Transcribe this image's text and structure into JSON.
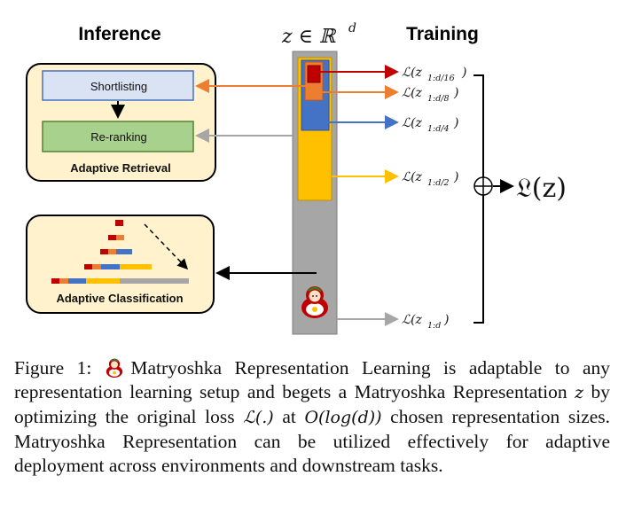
{
  "headers": {
    "inference": "Inference",
    "training": "Training",
    "z_symbol": "z ∈ ℝ",
    "z_superscript": "d"
  },
  "adaptive_retrieval": {
    "shortlisting": "Shortlisting",
    "reranking": "Re-ranking",
    "title": "Adaptive Retrieval"
  },
  "adaptive_classification": {
    "title": "Adaptive Classification"
  },
  "losses": [
    {
      "base": "ℒ(z",
      "sub": "1:d/16",
      "close": ")",
      "color": "#c00000"
    },
    {
      "base": "ℒ(z",
      "sub": "1:d/8",
      "close": ")",
      "color": "#ed7d31"
    },
    {
      "base": "ℒ(z",
      "sub": "1:d/4",
      "close": ")",
      "color": "#4472c4"
    },
    {
      "base": "ℒ(z",
      "sub": "1:d/2",
      "close": ")",
      "color": "#ffc000"
    },
    {
      "base": "ℒ(z",
      "sub": "1:d",
      "close": ")",
      "color": "#a6a6a6"
    }
  ],
  "total_loss": "𝔏(z)",
  "caption": {
    "label": "Figure 1:",
    "part1": "Matryoshka Representation Learning is adaptable to any representation learning setup and begets a Matryoshka Representation",
    "z": "z",
    "part2": "by optimizing the original loss",
    "loss_expr": "ℒ(.)",
    "part3": "at",
    "complexity": "O(log(d))",
    "part4": "chosen representation sizes. Matryoshka Representation can be utilized effectively for adaptive deployment across environments and downstream tasks."
  },
  "colors": {
    "red": "#c00000",
    "orange": "#ed7d31",
    "blue": "#4472c4",
    "yellow": "#ffc000",
    "gray": "#a6a6a6",
    "panel": "#fff2cc",
    "shortlist_box": "#dae3f3",
    "rerank_box": "#a9d18e"
  }
}
